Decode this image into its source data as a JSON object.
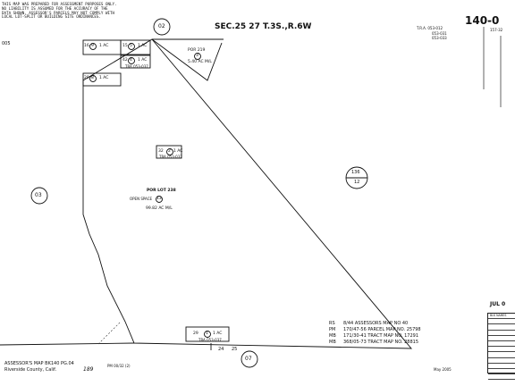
{
  "header": {
    "disclaimer": "THIS MAP WAS PREPARED FOR ASSESSMENT PURPOSES ONLY. NO LIABILITY IS ASSUMED FOR THE ACCURACY OF THE DATA SHOWN. ASSESSOR'S PARCELS MAY NOT COMPLY WITH LOCAL LOT-SPLIT OR BUILDING SITE ORDINANCES.",
    "top_left_code": "005",
    "section_title": "SEC.25 27 T.3S.,R.6W",
    "book_number": "140-0",
    "book_sub": "157-32",
    "tra_label": "T.R.A. 053-012",
    "tra_codes": [
      "053-031",
      "053-033"
    ],
    "map_code_top": "02"
  },
  "adjacent_maps": {
    "west": "03",
    "south": "07",
    "east_top": "136",
    "east_bottom": "12"
  },
  "parcels": [
    {
      "id": "16",
      "sub": "9",
      "area": "1 AC"
    },
    {
      "id": "15",
      "sub": "5",
      "area": "1 AC"
    },
    {
      "id": "42",
      "sub": "4",
      "area": "1 AC",
      "tra": "TRA 053-037"
    },
    {
      "id": "29",
      "sub": "8",
      "area": "1 AC"
    },
    {
      "id": "POR 219",
      "sub": "3",
      "area": "5.40 AC M/L"
    },
    {
      "id": "32",
      "sub": "2",
      "area": "1 AC",
      "tra": "TRA 053-037"
    },
    {
      "id": "POR LOT 238",
      "sub": "13",
      "area": "99.82 AC M/L",
      "note": "OPEN SPACE"
    },
    {
      "id": "29",
      "sub": "1",
      "area": "1 AC",
      "tra": "TRA 053-037"
    }
  ],
  "section_numbers": [
    "24",
    "25"
  ],
  "footer": {
    "assessor_map": "ASSESSOR'S MAP BK140 PG.04",
    "county": "Riverside County, Calif.",
    "sheet": "189",
    "sheet_ref": "PM 00/32 (2)",
    "date": "May 2005",
    "refs": [
      {
        "code": "RS",
        "text": "8/44 ASSESSORS MAP NO 40"
      },
      {
        "code": "PM",
        "text": "170/47-56 PARCEL MAP NO. 25798"
      },
      {
        "code": "MB",
        "text": "171/30-41 TRACT MAP NO. 17291"
      },
      {
        "code": "MB",
        "text": "368/05-73 TRACT MAP NO. 28815"
      }
    ]
  },
  "right_edge": {
    "jul_label": "JUL 0",
    "legend_rows": [
      "BLK NAMES",
      "",
      "",
      "",
      "",
      "",
      "",
      "",
      "",
      "",
      "",
      ""
    ]
  }
}
